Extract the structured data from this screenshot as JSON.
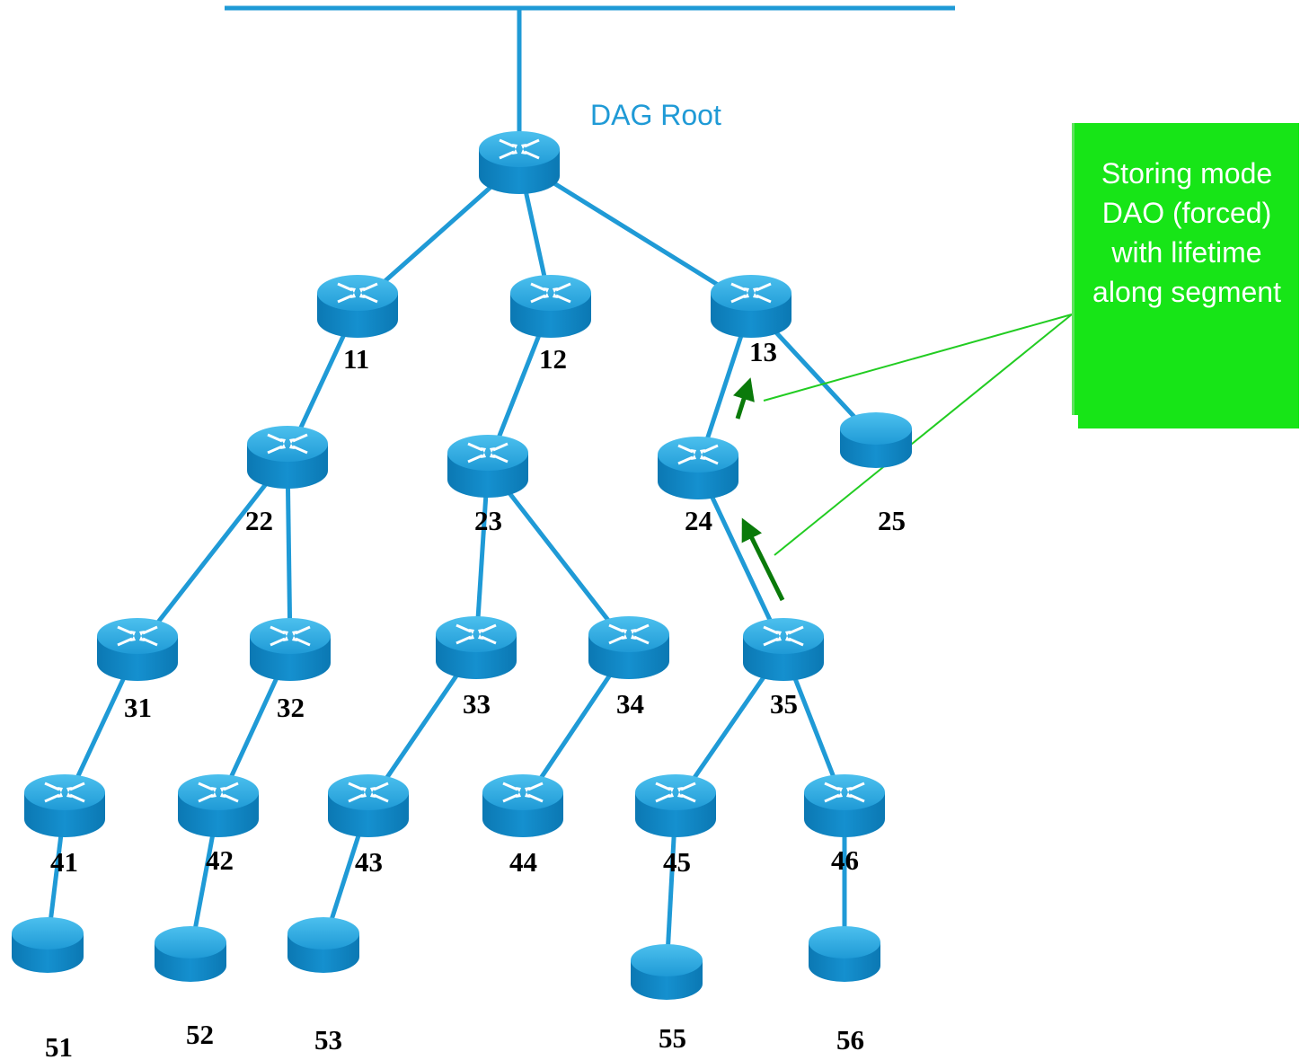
{
  "root_label": "DAG Root",
  "callout_text": "Storing mode DAO (forced) with lifetime along segment",
  "colors": {
    "link": "#1f9ad6",
    "router_top": "#2aa8e0",
    "router_side": "#0e87c6",
    "arrow": "#0a7a0a",
    "callout_bg": "#17e517",
    "callout_line": "#22cc22"
  },
  "nodes": [
    {
      "id": "root",
      "label": "",
      "kind": "router"
    },
    {
      "id": "11",
      "label": "11",
      "kind": "router"
    },
    {
      "id": "12",
      "label": "12",
      "kind": "router"
    },
    {
      "id": "13",
      "label": "13",
      "kind": "router"
    },
    {
      "id": "22",
      "label": "22",
      "kind": "router"
    },
    {
      "id": "23",
      "label": "23",
      "kind": "router"
    },
    {
      "id": "24",
      "label": "24",
      "kind": "router"
    },
    {
      "id": "25",
      "label": "25",
      "kind": "host"
    },
    {
      "id": "31",
      "label": "31",
      "kind": "router"
    },
    {
      "id": "32",
      "label": "32",
      "kind": "router"
    },
    {
      "id": "33",
      "label": "33",
      "kind": "router"
    },
    {
      "id": "34",
      "label": "34",
      "kind": "router"
    },
    {
      "id": "35",
      "label": "35",
      "kind": "router"
    },
    {
      "id": "41",
      "label": "41",
      "kind": "router"
    },
    {
      "id": "42",
      "label": "42",
      "kind": "router"
    },
    {
      "id": "43",
      "label": "43",
      "kind": "router"
    },
    {
      "id": "44",
      "label": "44",
      "kind": "router"
    },
    {
      "id": "45",
      "label": "45",
      "kind": "router"
    },
    {
      "id": "46",
      "label": "46",
      "kind": "router"
    },
    {
      "id": "51",
      "label": "51",
      "kind": "host"
    },
    {
      "id": "52",
      "label": "52",
      "kind": "host"
    },
    {
      "id": "53",
      "label": "53",
      "kind": "host"
    },
    {
      "id": "55",
      "label": "55",
      "kind": "host"
    },
    {
      "id": "56",
      "label": "56",
      "kind": "host"
    }
  ],
  "links": [
    [
      "root",
      "11"
    ],
    [
      "root",
      "12"
    ],
    [
      "root",
      "13"
    ],
    [
      "11",
      "22"
    ],
    [
      "12",
      "23"
    ],
    [
      "13",
      "24"
    ],
    [
      "13",
      "25"
    ],
    [
      "22",
      "31"
    ],
    [
      "22",
      "32"
    ],
    [
      "23",
      "33"
    ],
    [
      "23",
      "34"
    ],
    [
      "24",
      "35"
    ],
    [
      "31",
      "41"
    ],
    [
      "32",
      "42"
    ],
    [
      "33",
      "43"
    ],
    [
      "34",
      "44"
    ],
    [
      "35",
      "45"
    ],
    [
      "35",
      "46"
    ],
    [
      "41",
      "51"
    ],
    [
      "42",
      "52"
    ],
    [
      "43",
      "53"
    ],
    [
      "45",
      "55"
    ],
    [
      "46",
      "56"
    ]
  ],
  "dao_arrows": [
    {
      "from": "35",
      "to": "24"
    },
    {
      "from": "24",
      "to": "13"
    }
  ]
}
